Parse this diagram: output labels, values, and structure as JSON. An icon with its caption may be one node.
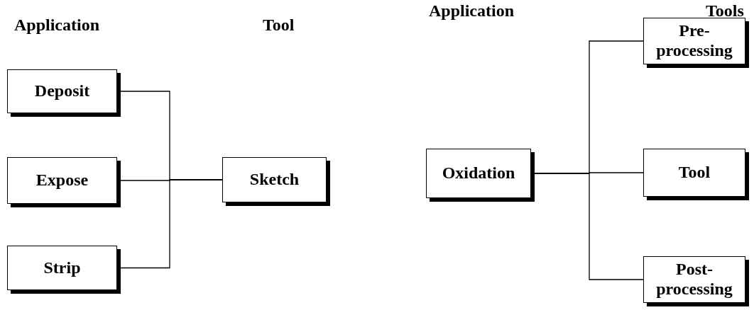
{
  "diagram": {
    "nodes": [
      {
        "text": [
          "Deposit"
        ]
      },
      {
        "text": [
          "Expose"
        ]
      },
      {
        "text": [
          "Strip"
        ]
      },
      {
        "text": [
          "Sketch"
        ]
      },
      {
        "text": [
          "Oxidation"
        ]
      },
      {
        "text": [
          "Pre- processing"
        ]
      },
      {
        "text": [
          "Tool"
        ]
      },
      {
        "text": [
          "Post- processing"
        ]
      }
    ],
    "edges": [
      {
        "from": 0,
        "to": 3,
        "arrow": "none"
      },
      {
        "from": 1,
        "to": 3,
        "arrow": "none"
      },
      {
        "from": 2,
        "to": 3,
        "arrow": "none"
      },
      {
        "from": 4,
        "to": 5,
        "arrow": "none"
      },
      {
        "from": 4,
        "to": 6,
        "arrow": "none"
      },
      {
        "from": 4,
        "to": 7,
        "arrow": "none"
      }
    ],
    "labels": [
      "Application",
      "Tool",
      "Application",
      "Tools"
    ]
  }
}
